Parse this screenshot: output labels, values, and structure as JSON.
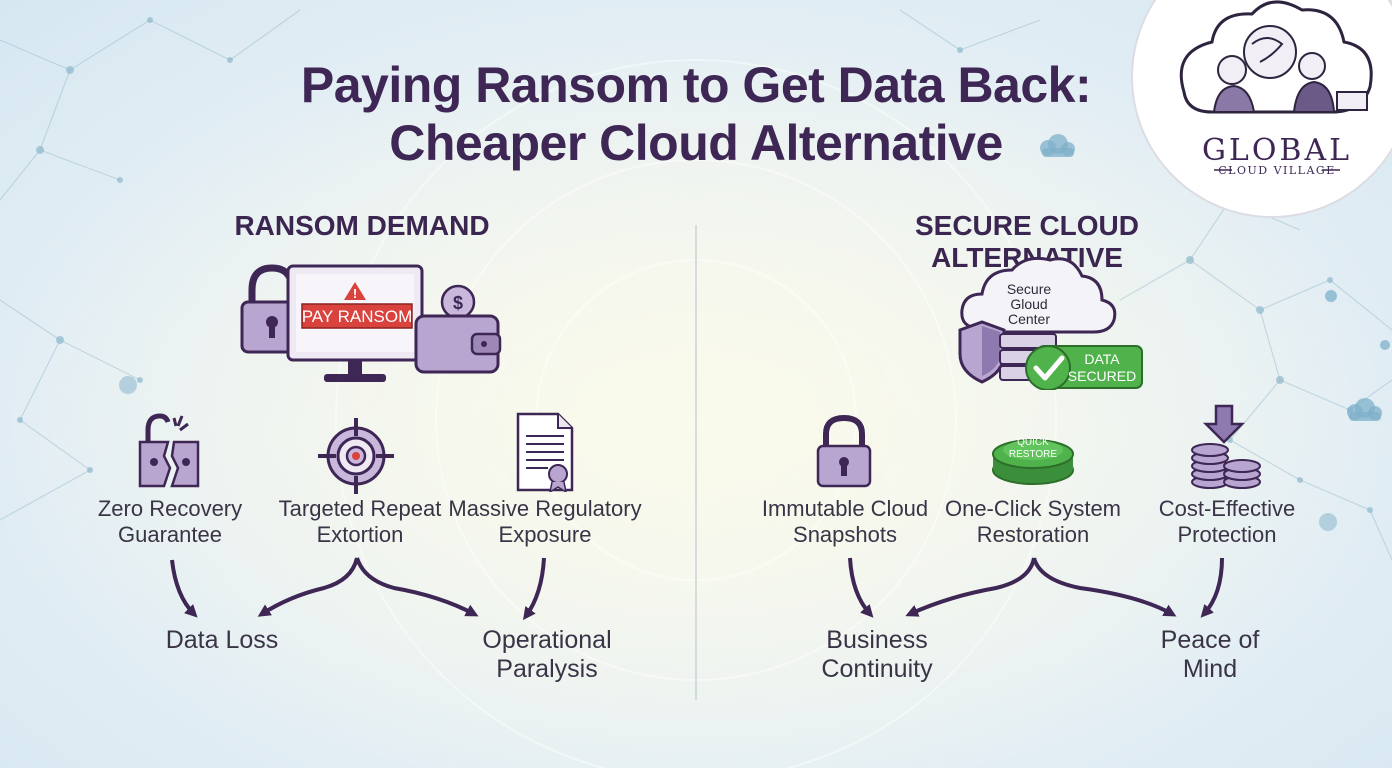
{
  "title": {
    "line1": "Paying Ransom to Get Data Back:",
    "line2": "Cheaper Cloud Alternative"
  },
  "logo": {
    "name": "GLOBAL",
    "tagline": "CLOUD VILLAGE"
  },
  "ransom": {
    "heading": "RANSOM DEMAND",
    "screen_text": "PAY RANSOM",
    "factors": [
      {
        "line1": "Zero Recovery",
        "line2": "Guarantee",
        "icon": "broken-lock-icon"
      },
      {
        "line1": "Targeted Repeat",
        "line2": "Extortion",
        "icon": "target-icon"
      },
      {
        "line1": "Massive Regulatory",
        "line2": "Exposure",
        "icon": "document-icon"
      }
    ],
    "outcomes": [
      {
        "line1": "Data Loss",
        "line2": ""
      },
      {
        "line1": "Operational",
        "line2": "Paralysis"
      }
    ]
  },
  "cloud": {
    "heading": "SECURE CLOUD ALTERNATIVE",
    "cloud_text": [
      "Secure",
      "Gloud",
      "Center"
    ],
    "badge_text": [
      "DATA",
      "SECURED"
    ],
    "button_text": [
      "QUICK",
      "RESTORE"
    ],
    "factors": [
      {
        "line1": "Immutable Cloud",
        "line2": "Snapshots",
        "icon": "padlock-icon"
      },
      {
        "line1": "One-Click System",
        "line2": "Restoration",
        "icon": "quick-restore-button-icon"
      },
      {
        "line1": "Cost-Effective",
        "line2": "Protection",
        "icon": "coins-icon"
      }
    ],
    "outcomes": [
      {
        "line1": "Business",
        "line2": "Continuity"
      },
      {
        "line1": "Peace of",
        "line2": "Mind"
      }
    ]
  },
  "colors": {
    "purple_dark": "#3e2655",
    "purple_icon": "#b9a6d0",
    "alert_red": "#d9423d",
    "secured_green": "#4fb24a",
    "background": "#e3eef4"
  }
}
